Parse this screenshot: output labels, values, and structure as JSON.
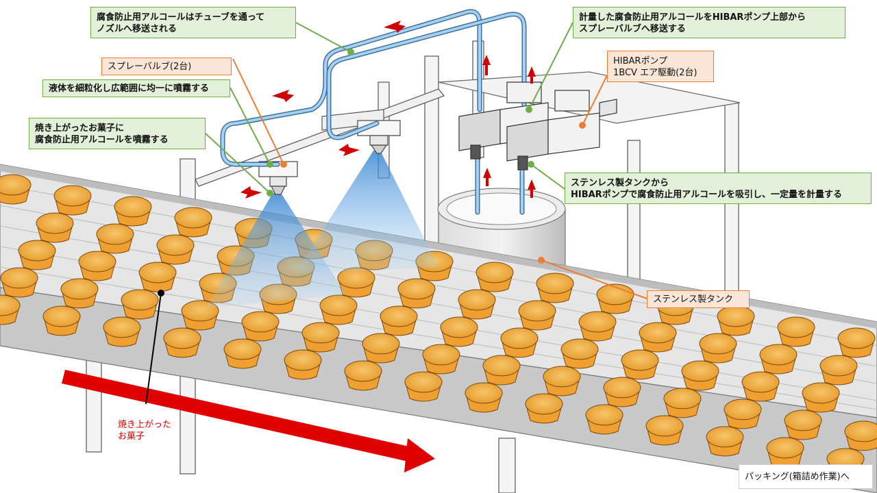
{
  "callouts": {
    "tube": "腐食防止用アルコールはチューブを通って\nノズルへ移送される",
    "spray_valve": "スプレーバルブ(2台)",
    "atomize": "液体を細粒化し広範囲に均一に噴霧する",
    "sweets_spray": "焼き上がったお菓子に\n腐食防止用アルコールを噴霧する",
    "metered": "計量した腐食防止用アルコールをHIBARポンプ上部から\nスプレーバルブへ移送する",
    "pump": "HIBARポンプ\n1BCV エア駆動(2台)",
    "suction": "ステンレス製タンクから\nHIBARポンプで腐食防止用アルコールを吸引し、一定量を計量する",
    "tank": "ステンレス製タンク",
    "baked": "焼き上がった\nお菓子",
    "packing": "パッキング(箱詰め作業)へ"
  },
  "colors": {
    "callout_green_fill": "#e2f0d9",
    "callout_green_border": "#70ad47",
    "callout_orange_fill": "#fbe5d6",
    "callout_orange_border": "#ed7d31",
    "tube": "#6fa8dc",
    "arrow_red": "#e00000",
    "cake": "#f5a623",
    "spray": "#4a90d9",
    "conveyor": "#c9c9c9"
  },
  "icons": [
    "flow-arrow-icon",
    "direction-arrow-icon"
  ]
}
